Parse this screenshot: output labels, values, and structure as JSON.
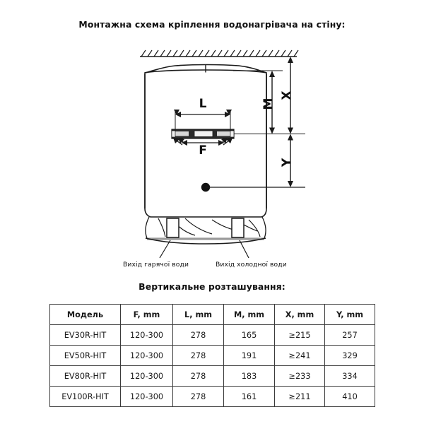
{
  "page": {
    "main_title": "Монтажна схема кріплення водонагрівача на стіну:",
    "sub_title": "Вертикальне розташування:"
  },
  "diagram": {
    "dimension_labels": {
      "l": "L",
      "f": "F",
      "m": "M",
      "x": "X",
      "y": "Y"
    },
    "callouts": {
      "hot_water": "Вихід гарячої води",
      "cold_water": "Вихід холодної води"
    },
    "colors": {
      "line": "#1a1a1a",
      "bracket_fill": "#2b2b2b",
      "dot": "#111111",
      "background": "#ffffff"
    }
  },
  "table": {
    "headers": [
      "Модель",
      "F, mm",
      "L, mm",
      "M, mm",
      "X, mm",
      "Y, mm"
    ],
    "rows": [
      {
        "model": "EV30R-HIT",
        "f": "120-300",
        "l": "278",
        "m": "165",
        "x": "≥215",
        "y": "257"
      },
      {
        "model": "EV50R-HIT",
        "f": "120-300",
        "l": "278",
        "m": "191",
        "x": "≥241",
        "y": "329"
      },
      {
        "model": "EV80R-HIT",
        "f": "120-300",
        "l": "278",
        "m": "183",
        "x": "≥233",
        "y": "334"
      },
      {
        "model": "EV100R-HIT",
        "f": "120-300",
        "l": "278",
        "m": "161",
        "x": "≥211",
        "y": "410"
      }
    ]
  }
}
